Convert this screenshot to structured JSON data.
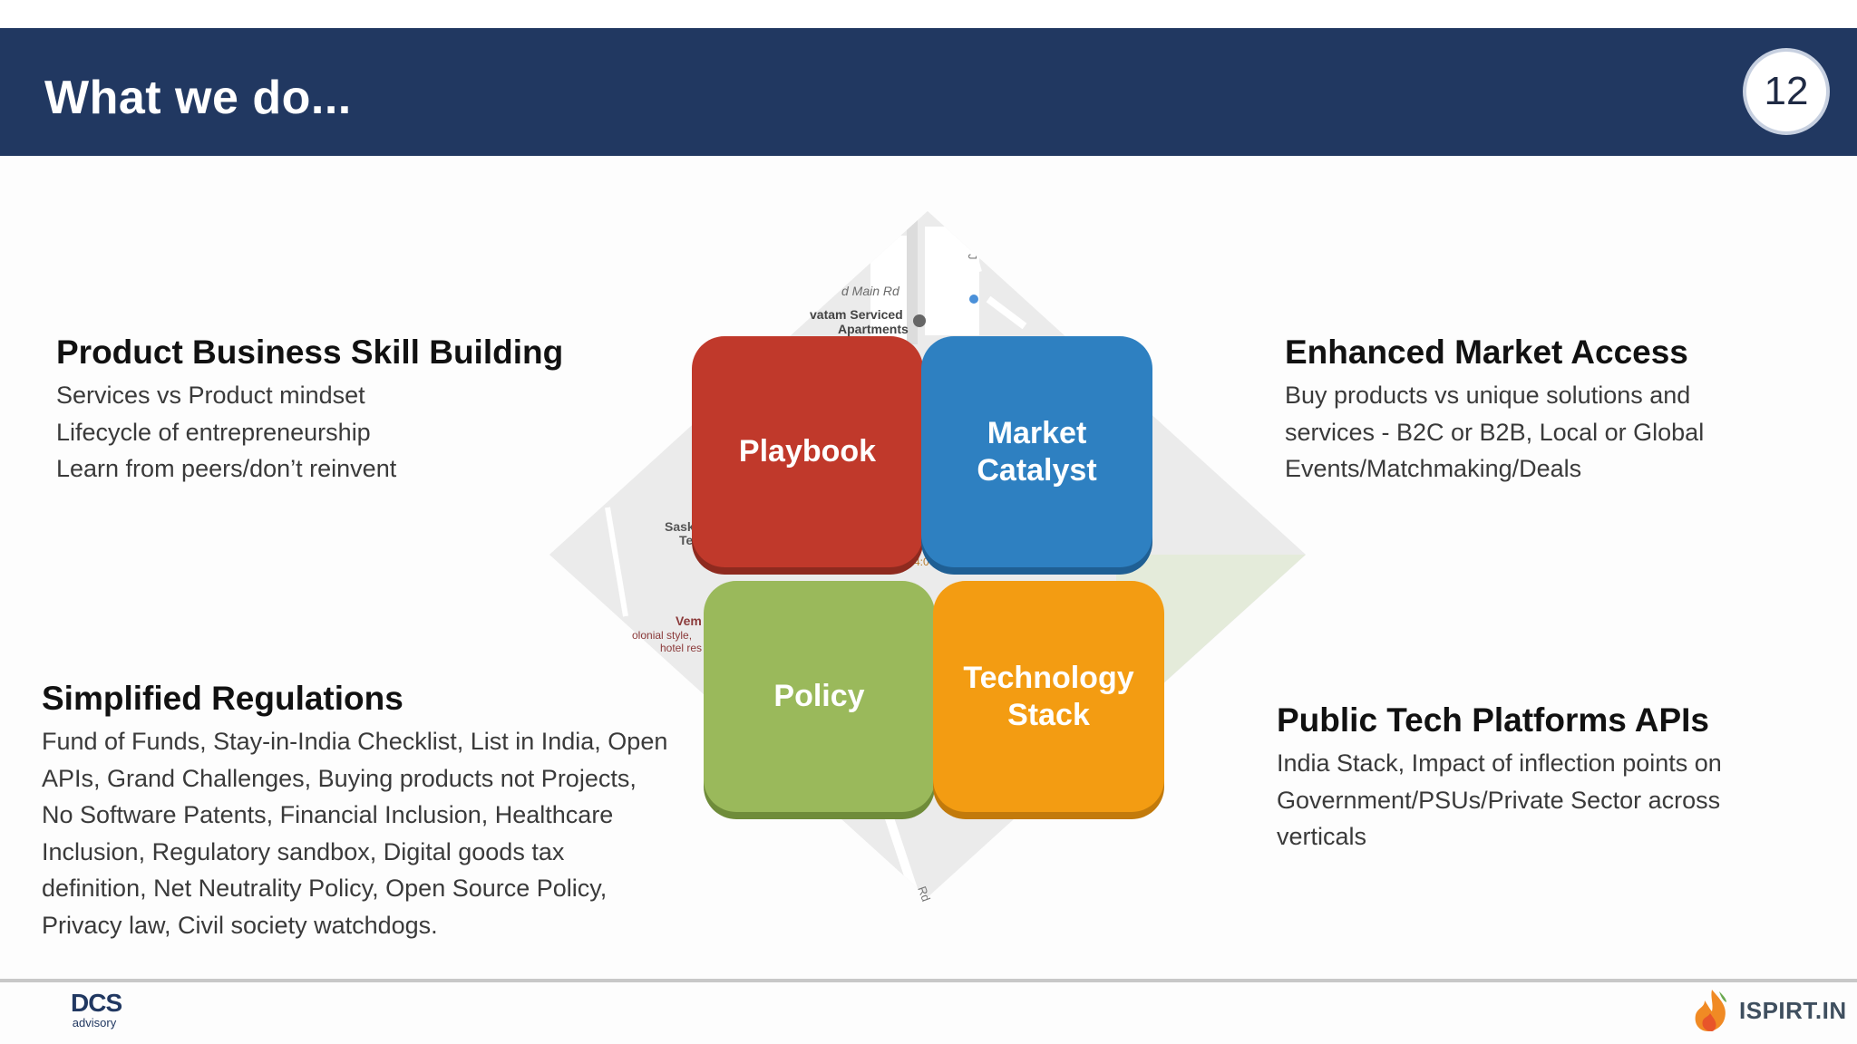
{
  "header": {
    "title": "What we do...",
    "page_number": "12"
  },
  "sections": {
    "top_left": {
      "heading": "Product Business Skill Building",
      "lines": [
        "Services vs Product mindset",
        "Lifecycle of entrepreneurship",
        "Learn from peers/don’t reinvent"
      ]
    },
    "top_right": {
      "heading": "Enhanced Market Access",
      "lines": [
        "Buy products vs unique solutions and",
        "services - B2C or B2B, Local or Global",
        "Events/Matchmaking/Deals"
      ]
    },
    "bottom_left": {
      "heading": "Simplified Regulations",
      "lines": [
        "Fund of Funds, Stay-in-India Checklist, List in India, Open",
        "APIs, Grand Challenges, Buying products not Projects,",
        "No Software Patents, Financial Inclusion, Healthcare",
        "Inclusion, Regulatory sandbox, Digital goods tax",
        "definition, Net Neutrality Policy, Open Source Policy,",
        "Privacy law, Civil society watchdogs."
      ]
    },
    "bottom_right": {
      "heading": "Public Tech Platforms APIs",
      "lines": [
        "India Stack, Impact of inflection points on",
        "Government/PSUs/Private Sector across",
        "verticals"
      ]
    }
  },
  "tiles": {
    "playbook": {
      "line1": "Playbook",
      "color": "#c0392b"
    },
    "market": {
      "line1": "Market",
      "line2": "Catalyst",
      "color": "#2e80c1"
    },
    "policy": {
      "line1": "Policy",
      "color": "#9ab95b"
    },
    "tech": {
      "line1": "Technology",
      "line2": "Stack",
      "color": "#f39c12"
    }
  },
  "map_labels": {
    "main_rd": "d Main Rd",
    "serviced": "vatam Serviced",
    "apartments": "Apartments",
    "sask": "Sask",
    "te": "Te",
    "vem": "Vem",
    "colonial": "olonial style,",
    "hotel": "hotel res",
    "rd": "Rd",
    "j": "J",
    "time": "4:0"
  },
  "footer": {
    "left_logo_big": "DCS",
    "left_logo_small": "advisory",
    "right_logo": "ISPIRT.IN"
  },
  "colors": {
    "header_bg": "#213861",
    "diamond_green": "#d5e8b6",
    "diamond_grey": "#e6e6e6"
  }
}
